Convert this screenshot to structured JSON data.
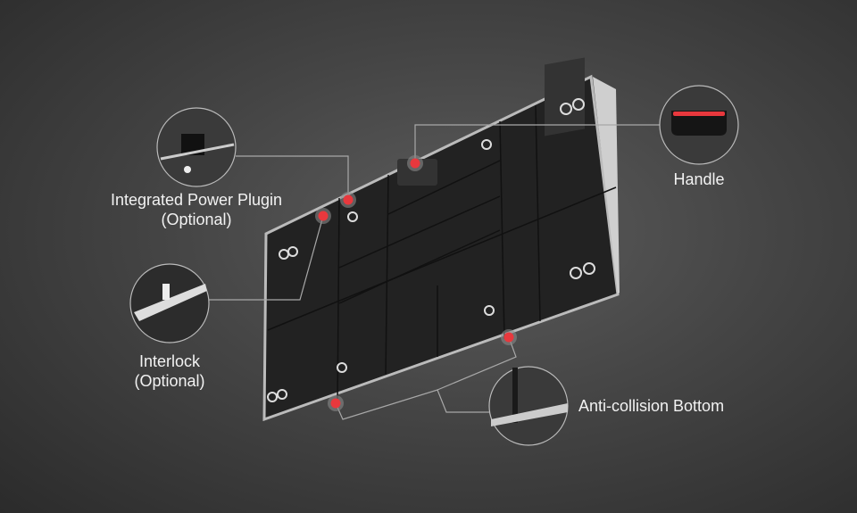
{
  "callouts": {
    "power": {
      "title": "Integrated Power Plugin",
      "note": "(Optional)"
    },
    "handle": {
      "title": "Handle"
    },
    "interlock": {
      "title": "Interlock",
      "note": "(Optional)"
    },
    "anti_collision": {
      "title": "Anti-collision Bottom"
    }
  },
  "colors": {
    "marker": "#e8383d",
    "line": "#a8a8a8",
    "panel": "#262626"
  }
}
